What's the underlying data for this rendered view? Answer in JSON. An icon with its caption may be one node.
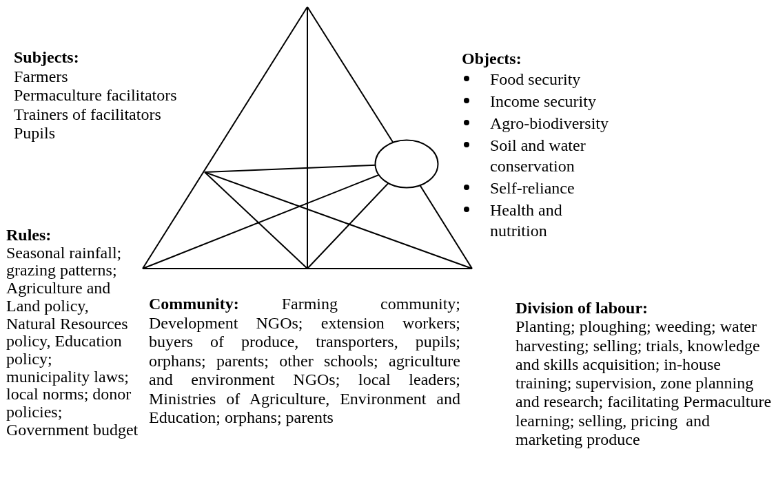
{
  "diagram": {
    "nodes": [
      {
        "text": [
          "Subjects:",
          "Farmers",
          "Permaculture facilitators",
          "Trainers of facilitators",
          "Pupils"
        ]
      },
      {
        "text": [
          "Objects:",
          "Food security",
          "Income security",
          "Agro-biodiversity",
          "Soil and water conservation",
          "Self-reliance",
          "Health and nutrition"
        ]
      },
      {
        "text": [
          "Rules:",
          "Seasonal rainfall; grazing patterns; Agriculture and Land policy, Natural Resources policy, Education policy; municipality laws; local norms; donor policies; Government budget"
        ]
      },
      {
        "text": [],
        "shape": "circle"
      },
      {
        "text": [
          "**Community:** Farming community; Development NGOs; extension workers; buyers of produce, transporters, pupils; orphans; parents; other schools; agriculture and environment NGOs; local leaders; Ministries of Agriculture, Environment and Education; orphans; parents"
        ]
      },
      {
        "text": [
          "Division of labour:",
          "Planting; ploughing; weeding; water harvesting; selling; trials, knowledge and skills acquisition; in-house training; supervision, zone planning and research; facilitating Permaculture learning; selling, pricing  and marketing produce"
        ]
      }
    ]
  }
}
